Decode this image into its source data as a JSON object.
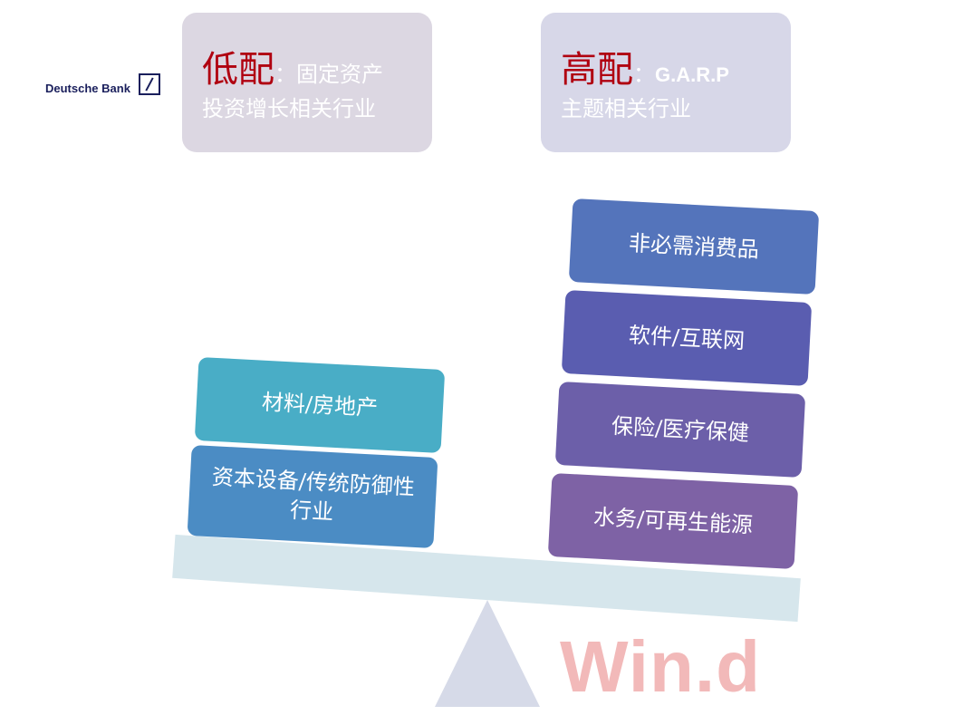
{
  "logo": {
    "text": "Deutsche Bank"
  },
  "underweight": {
    "title": "低配",
    "colon": "：",
    "line1": "固定资产",
    "line2": "投资增长相关行业"
  },
  "overweight": {
    "title": "高配",
    "colon": "：",
    "line1": "G.A.R.P",
    "line2": "主题相关行业"
  },
  "left_boxes": [
    {
      "label": "材料/房地产",
      "color": "#49adc6"
    },
    {
      "label": "资本设备/传统防御性行业",
      "color": "#4b8cc4"
    }
  ],
  "right_boxes": [
    {
      "label": "非必需消费品",
      "color": "#5474bb"
    },
    {
      "label": "软件/互联网",
      "color": "#5a5db0"
    },
    {
      "label": "保险/医疗保健",
      "color": "#6c5fa9"
    },
    {
      "label": "水务/可再生能源",
      "color": "#7e62a5"
    }
  ],
  "watermark": "Win.d"
}
